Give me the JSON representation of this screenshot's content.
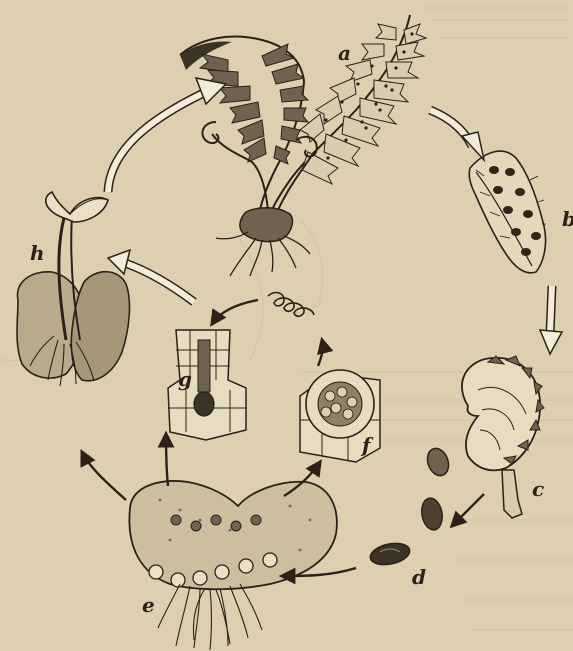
{
  "figure": {
    "labels": {
      "a": "a",
      "b": "b",
      "c": "c",
      "d": "d",
      "e": "e",
      "f": "f",
      "g": "g",
      "h": "h"
    }
  },
  "colors": {
    "paper": "#ddd0b0",
    "ink": "#2a2218",
    "shade": "#6d6350",
    "light_fill": "#e9e0c8",
    "arrow_outline": "#3a3024"
  }
}
